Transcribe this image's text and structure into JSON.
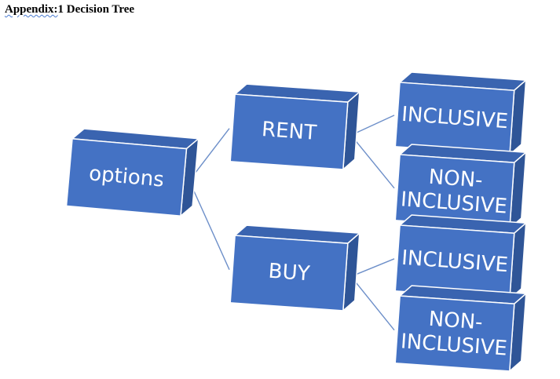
{
  "header": {
    "title_prefix": "Appendix:",
    "title_number": "1",
    "title_rest": " Decision Tree"
  },
  "diagram": {
    "colors": {
      "front": "#4472c4",
      "top": "#3a64b0",
      "side": "#2f5597",
      "edge": "#6f90c8",
      "connector": "#6d8fc9"
    },
    "nodes": [
      {
        "id": "options",
        "lines": [
          "options"
        ]
      },
      {
        "id": "rent",
        "lines": [
          "RENT"
        ]
      },
      {
        "id": "buy",
        "lines": [
          "BUY"
        ]
      },
      {
        "id": "rent-inclusive",
        "lines": [
          "INCLUSIVE"
        ]
      },
      {
        "id": "rent-non-inclusive",
        "lines": [
          "NON-",
          "INCLUSIVE"
        ]
      },
      {
        "id": "buy-inclusive",
        "lines": [
          "INCLUSIVE"
        ]
      },
      {
        "id": "buy-non-inclusive",
        "lines": [
          "NON-",
          "INCLUSIVE"
        ]
      }
    ],
    "edges": [
      {
        "from": "options",
        "to": "rent"
      },
      {
        "from": "options",
        "to": "buy"
      },
      {
        "from": "rent",
        "to": "rent-inclusive"
      },
      {
        "from": "rent",
        "to": "rent-non-inclusive"
      },
      {
        "from": "buy",
        "to": "buy-inclusive"
      },
      {
        "from": "buy",
        "to": "buy-non-inclusive"
      }
    ]
  }
}
